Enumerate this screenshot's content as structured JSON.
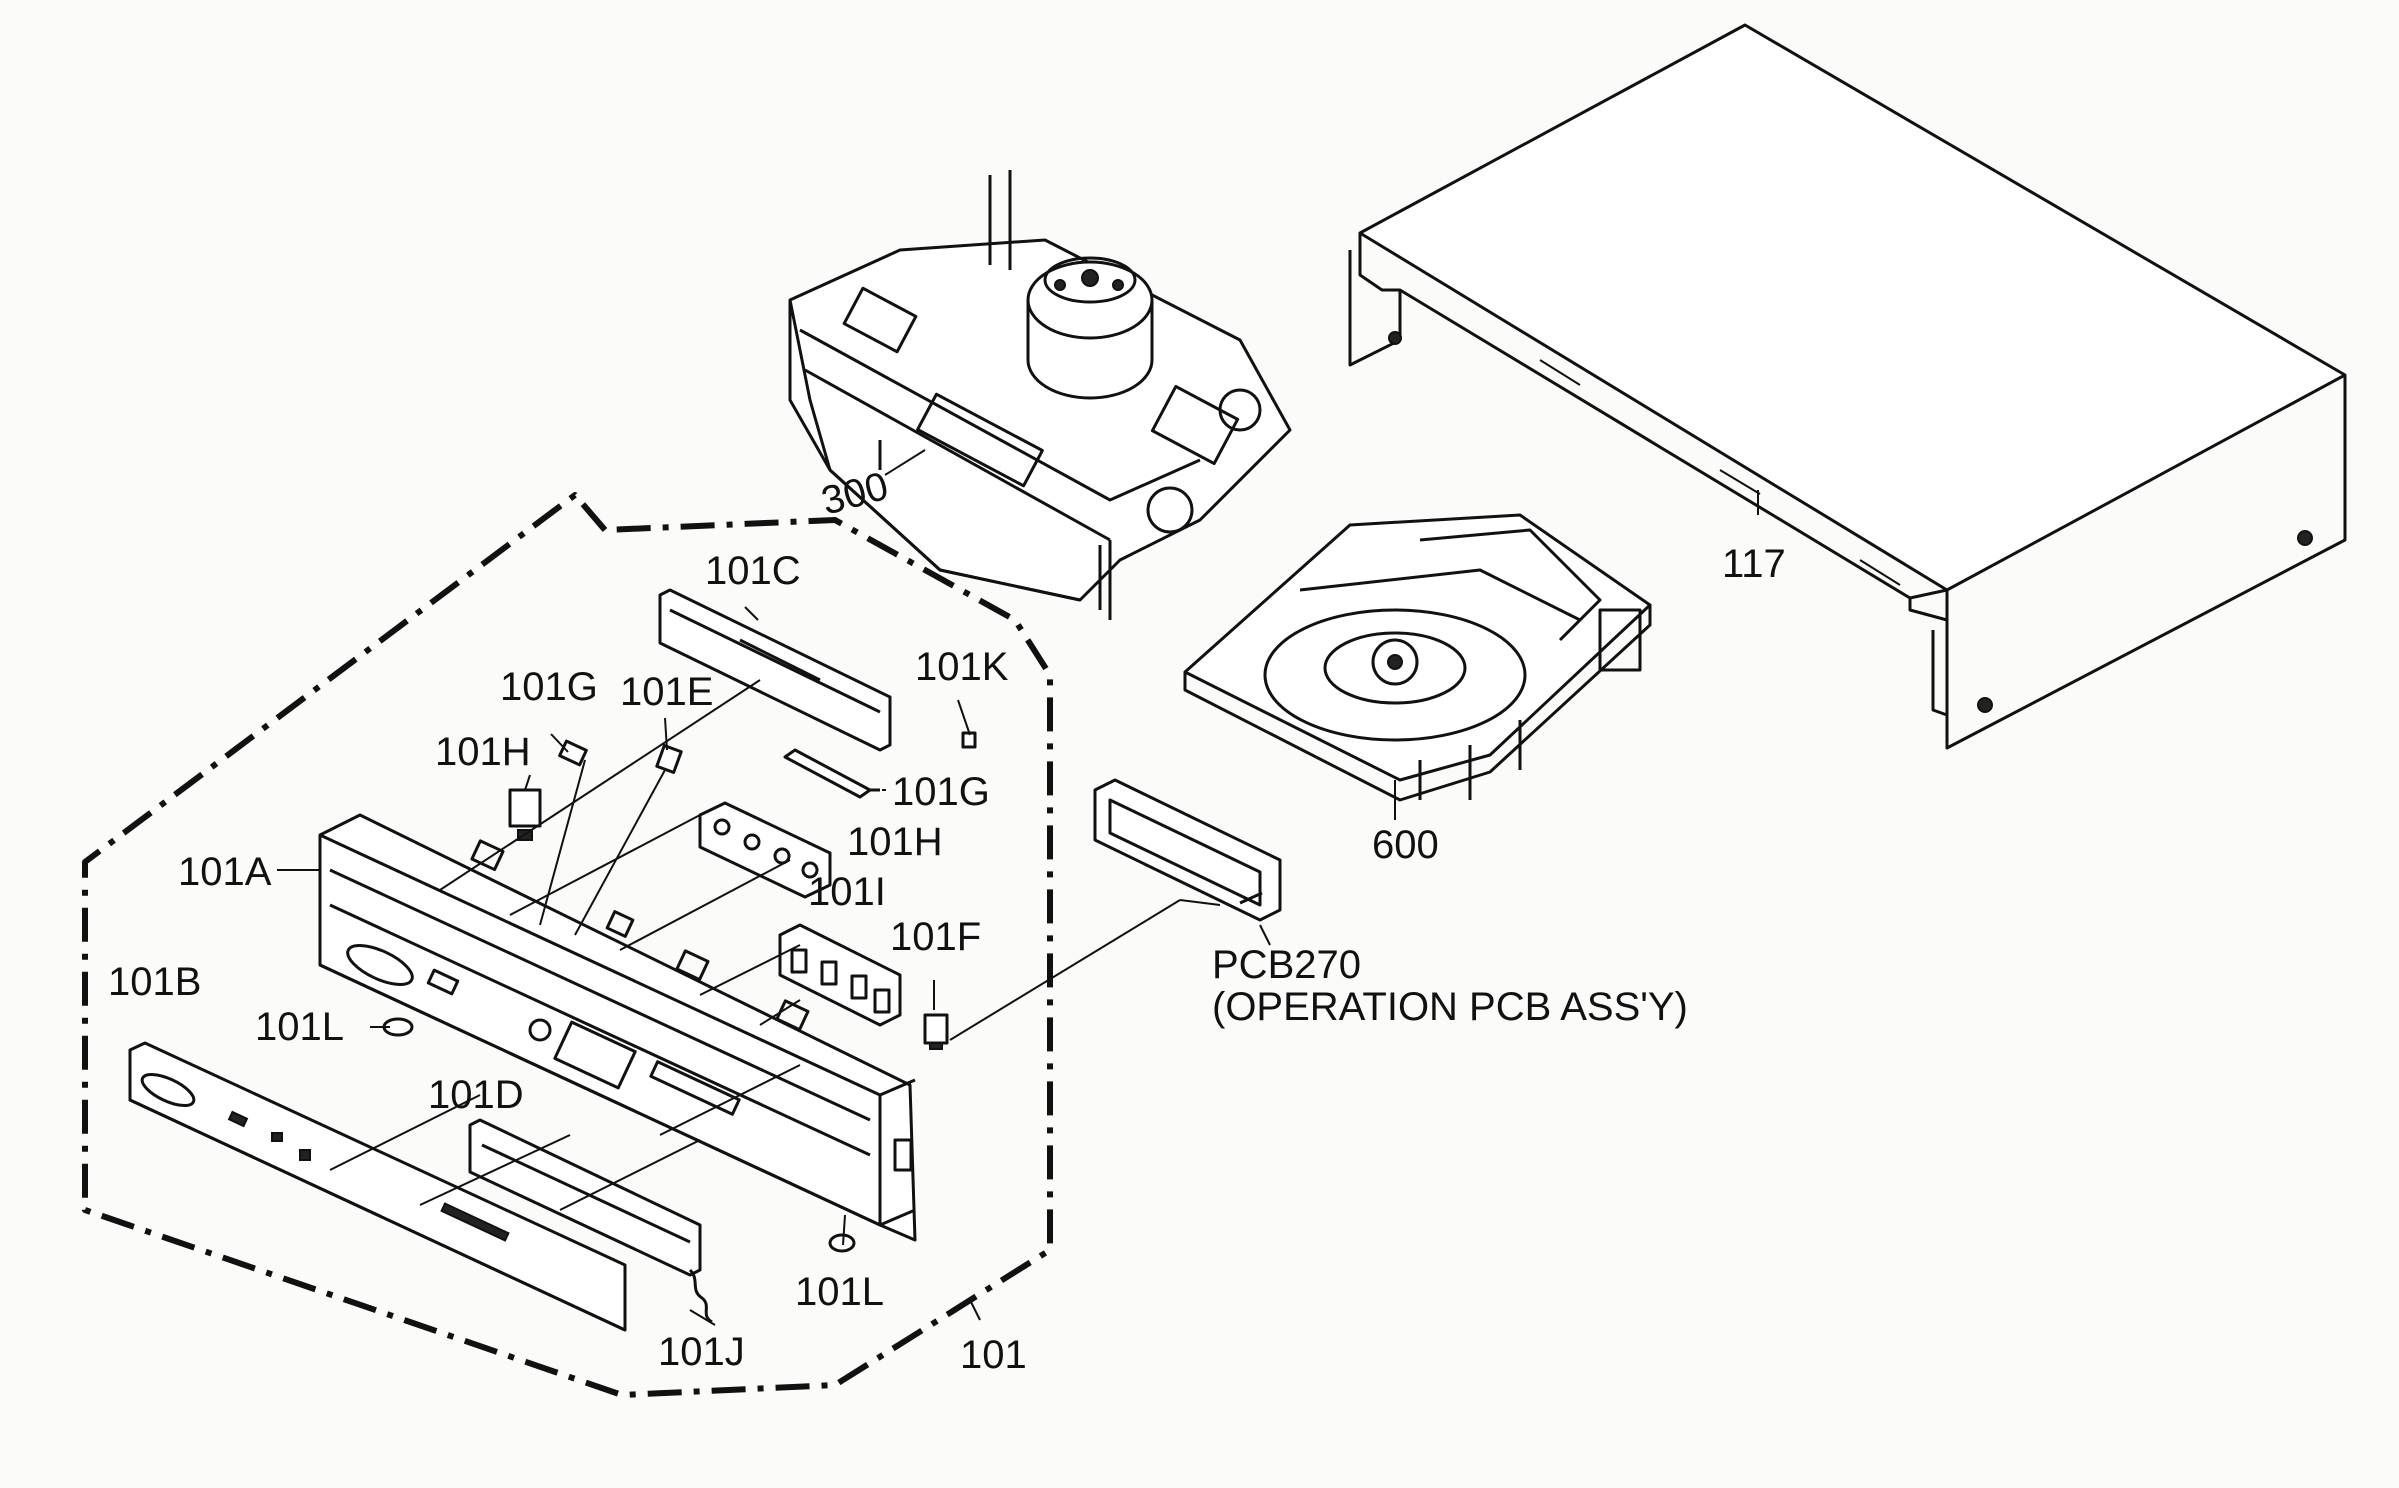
{
  "labels": {
    "l300": "300",
    "l117": "117",
    "l600": "600",
    "l101": "101",
    "l101A": "101A",
    "l101B": "101B",
    "l101C": "101C",
    "l101D": "101D",
    "l101E": "101E",
    "l101F": "101F",
    "l101G_top": "101G",
    "l101G_right": "101G",
    "l101H_left": "101H",
    "l101H_right": "101H",
    "l101I": "101I",
    "l101J": "101J",
    "l101K": "101K",
    "l101L_left": "101L",
    "l101L_bottom": "101L",
    "pcb_code": "PCB270",
    "pcb_desc": "(OPERATION PCB ASS'Y)"
  }
}
